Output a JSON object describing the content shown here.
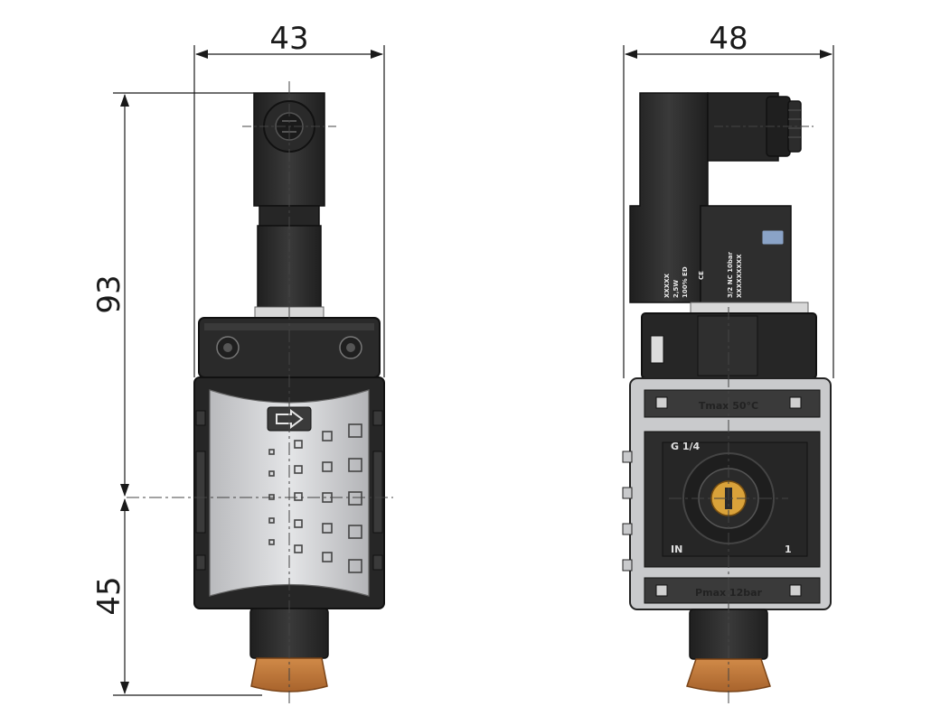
{
  "dimensions": {
    "front_width": "43",
    "side_width": "48",
    "total_height": "93",
    "lower_height": "45"
  },
  "side_view": {
    "tmax_label": "Tmax 50°C",
    "pmax_label": "Pmax 12bar",
    "port_label": "G 1/4",
    "in_label": "IN",
    "out_label": "1",
    "coil_text_1": "XXXXX",
    "coil_text_2": "2,5W",
    "coil_text_3": "100% ED",
    "coil_text_4": "3/2 NC 10bar",
    "coil_text_5": "XXXXXXXXX",
    "ce_mark": "CE"
  },
  "colors": {
    "body_dark": "#2b2b2b",
    "body_black": "#1c1c1c",
    "silver": "#cfd0d2",
    "silencer": "#c07a3c",
    "brass": "#d9a23a"
  },
  "icons": {
    "flow_arrow": "arrow-right-icon"
  }
}
